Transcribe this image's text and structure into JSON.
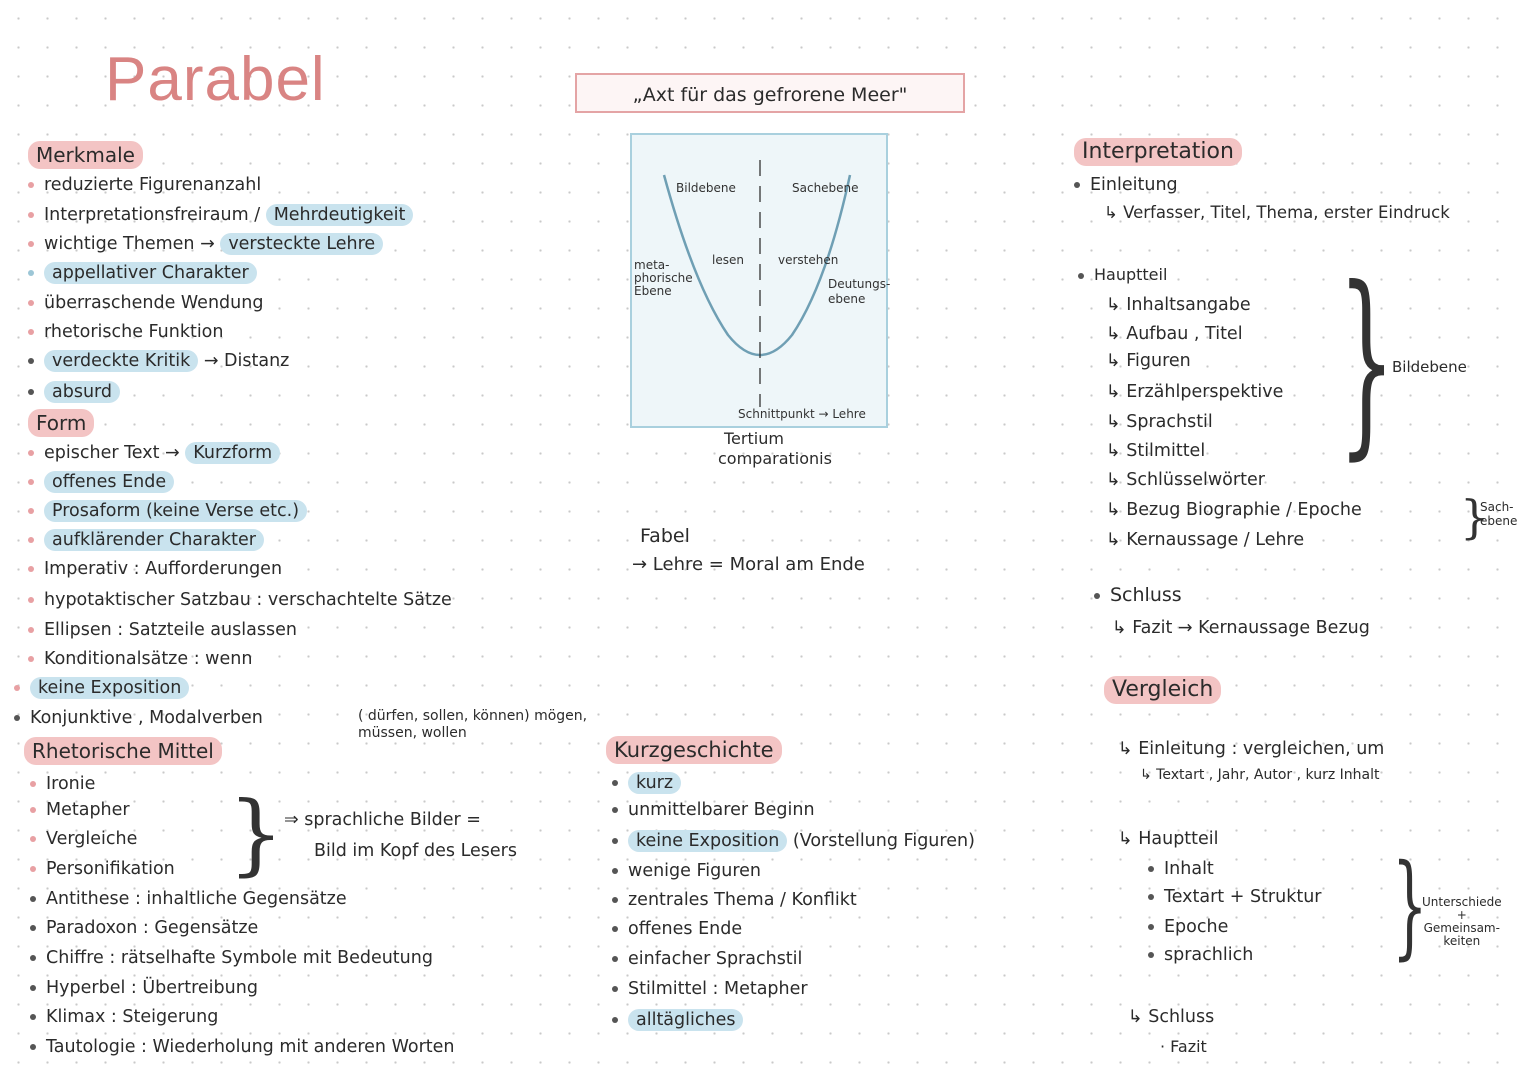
{
  "title": "Parabel",
  "box_title": "„Axt für das gefrorene Meer\"",
  "merkmale": {
    "heading": "Merkmale",
    "items": [
      {
        "text": "reduzierte Figurenanzahl",
        "hl": ""
      },
      {
        "text": "Interpretationsfreiraum /",
        "hl_text": "Mehrdeutigkeit"
      },
      {
        "text": "wichtige Themen →",
        "hl_text": "versteckte Lehre"
      },
      {
        "text": "",
        "hl_text": "appellativer Charakter"
      },
      {
        "text": "überraschende Wendung",
        "hl": ""
      },
      {
        "text": "rhetorische Funktion",
        "hl": ""
      },
      {
        "hl_text": "verdeckte Kritik",
        "text_after": "→ Distanz"
      },
      {
        "hl_text": "absurd"
      }
    ]
  },
  "form": {
    "heading": "Form",
    "items": [
      {
        "text": "epischer Text →",
        "hl_text": "Kurzform"
      },
      {
        "hl_text": "offenes Ende"
      },
      {
        "hl_text": "Prosaform (keine Verse etc.)"
      },
      {
        "hl_text": "aufklärender Charakter"
      },
      {
        "text": "Imperativ : Aufforderungen"
      },
      {
        "text": "hypotaktischer Satzbau : verschachtelte Sätze"
      },
      {
        "text": "Ellipsen : Satzteile auslassen"
      },
      {
        "text": "Konditionalsätze : wenn"
      },
      {
        "hl_text": "keine Exposition"
      },
      {
        "text": "Konjunktive , Modalverben",
        "small": "( dürfen, sollen, können) mögen, müssen, wollen"
      }
    ]
  },
  "rhetorik": {
    "heading": "Rhetorische Mittel",
    "items": [
      "Ironie",
      "Metapher",
      "Vergleiche",
      "Personifikation",
      "Antithese : inhaltliche Gegensätze",
      "Paradoxon : Gegensätze",
      "Chiffre : rätselhafte Symbole mit Bedeutung",
      "Hyperbel : Übertreibung",
      "Klimax : Steigerung",
      "Tautologie : Wiederholung mit anderen Worten"
    ],
    "bilder_label_1": "⇒ sprachliche Bilder =",
    "bilder_label_2": "Bild im Kopf des Lesers"
  },
  "diagram": {
    "bildebene": "Bildebene",
    "sachebene": "Sachebene",
    "lesen": "lesen",
    "verstehen": "verstehen",
    "meta": "meta-\nphorische\nEbene",
    "deutung": "Deutungs-\nebene",
    "schnittpunkt": "Schnittpunkt → Lehre",
    "tertium_1": "Tertium",
    "tertium_2": "comparationis"
  },
  "fabel": {
    "heading": "Fabel",
    "text": "→ Lehre = Moral am Ende"
  },
  "kurzgeschichte": {
    "heading": "Kurzgeschichte",
    "items": [
      {
        "hl_text": "kurz"
      },
      {
        "text": "unmittelbarer Beginn"
      },
      {
        "hl_text": "keine Exposition",
        "text_after": "(Vorstellung Figuren)"
      },
      {
        "text": "wenige Figuren"
      },
      {
        "text": "zentrales Thema / Konflikt"
      },
      {
        "text": "offenes Ende"
      },
      {
        "text": "einfacher Sprachstil"
      },
      {
        "text": "Stilmittel : Metapher"
      },
      {
        "hl_text": "alltägliches"
      }
    ]
  },
  "interpretation": {
    "heading": "Interpretation",
    "einleitung": "Einleitung",
    "einleitung_detail": "↳ Verfasser, Titel, Thema, erster Eindruck",
    "hauptteil": "Hauptteil",
    "hauptteil_items": [
      "↳ Inhaltsangabe",
      "↳ Aufbau , Titel",
      "↳ Figuren",
      "↳ Erzählperspektive",
      "↳ Sprachstil",
      "↳ Stilmittel",
      "↳ Schlüsselwörter",
      "↳ Bezug Biographie / Epoche",
      "↳ Kernaussage / Lehre"
    ],
    "bildebene": "Bildebene",
    "sachebene": "Sach-\nebene",
    "schluss": "Schluss",
    "schluss_detail": "↳ Fazit → Kernaussage Bezug"
  },
  "vergleich": {
    "heading": "Vergleich",
    "einleitung": "↳ Einleitung : vergleichen, um",
    "einleitung_detail": "↳ Textart , Jahr, Autor , kurz Inhalt",
    "hauptteil": "↳ Hauptteil",
    "hauptteil_items": [
      "Inhalt",
      "Textart + Struktur",
      "Epoche",
      "sprachlich"
    ],
    "unterschiede": "Unterschiede\n+\nGemeinsam-\nkeiten",
    "schluss": "↳ Schluss",
    "fazit": "· Fazit"
  }
}
